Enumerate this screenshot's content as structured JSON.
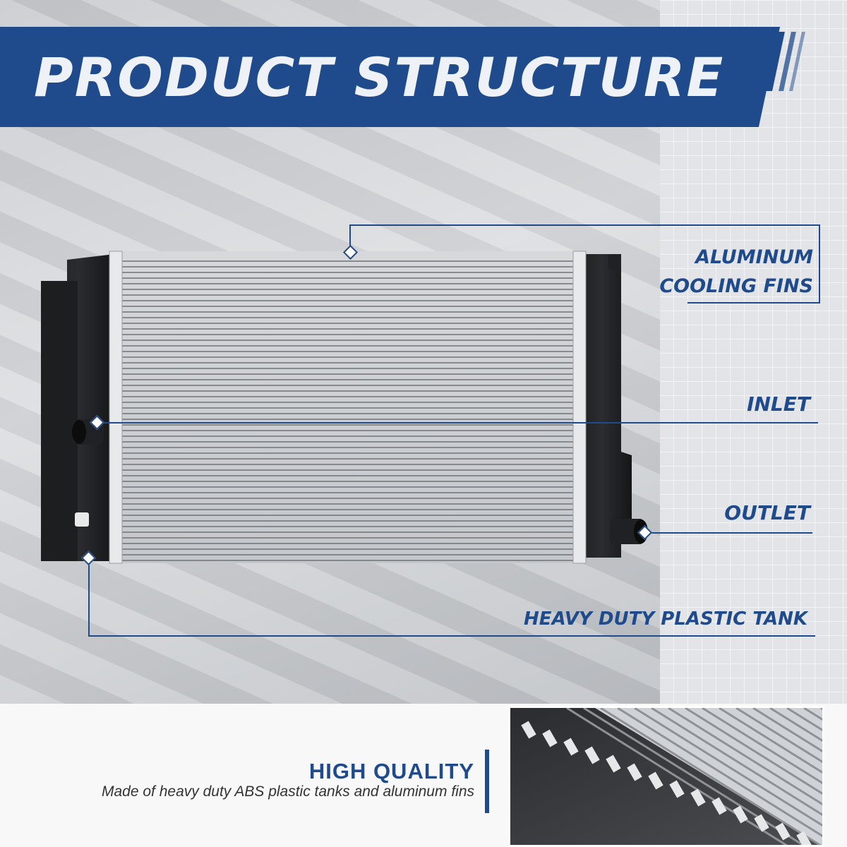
{
  "header": {
    "title": "PRODUCT STRUCTURE"
  },
  "callouts": {
    "fins_line1": "ALUMINUM",
    "fins_line2": "COOLING FINS",
    "inlet": "INLET",
    "outlet": "OUTLET",
    "tank": "HEAVY DUTY PLASTIC TANK"
  },
  "quality": {
    "title": "HIGH QUALITY",
    "description": "Made of heavy duty ABS plastic tanks and aluminum fins"
  },
  "colors": {
    "accent": "#1f4b8c",
    "tank": "#1b1c1e",
    "fins": "#c9ccd0",
    "background": "#d8dadd"
  },
  "icons": {
    "callout_marker": "diamond-marker-icon"
  }
}
